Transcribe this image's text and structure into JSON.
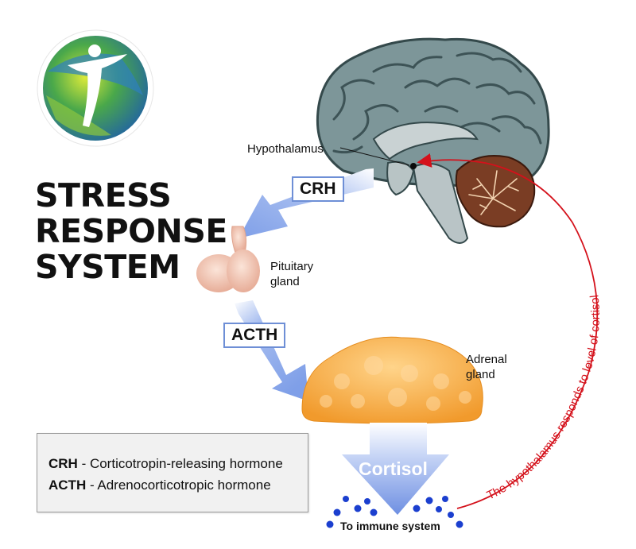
{
  "title": {
    "line1": "STRESS",
    "line2": "RESPONSE",
    "line3": "SYSTEM"
  },
  "labels": {
    "hypothalamus": "Hypothalamus",
    "pituitary_line1": "Pituitary",
    "pituitary_line2": "gland",
    "adrenal_line1": "Adrenal",
    "adrenal_line2": "gland",
    "crh": "CRH",
    "acth": "ACTH",
    "cortisol": "Cortisol",
    "immune": "To immune system",
    "feedback": "The hypothalamus responds to level of cortisol"
  },
  "legend": {
    "items": [
      {
        "abbr": "CRH",
        "text": " - Corticotropin-releasing hormone"
      },
      {
        "abbr": "ACTH",
        "text": " - Adrenocorticotropic hormone"
      }
    ]
  },
  "colors": {
    "arrow_blue": "#7f9fe8",
    "feedback_red": "#d4111b",
    "brain_gray": "#7d9699",
    "adrenal_orange": "#f4a43c",
    "pituitary_pink": "#f2c6b4"
  }
}
